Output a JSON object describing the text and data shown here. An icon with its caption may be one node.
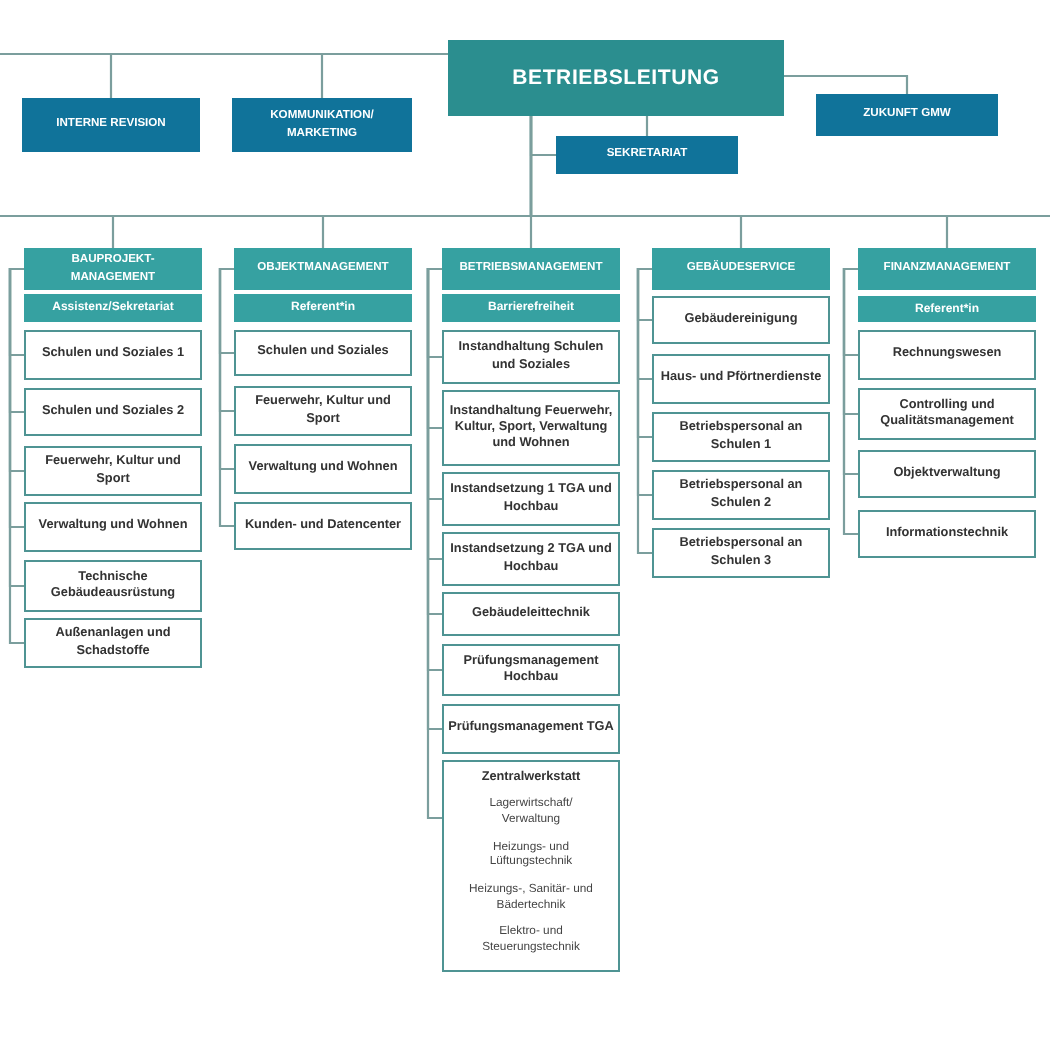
{
  "diagram": {
    "nodes": [
      {
        "text": [
          "BETRIEBSLEITUNG"
        ]
      },
      {
        "text": [
          "INTERNE REVISION"
        ]
      },
      {
        "text": [
          "KOMMUNIKATION/ MARKETING"
        ]
      },
      {
        "text": [
          "ZUKUNFT GMW"
        ]
      },
      {
        "text": [
          "SEKRETARIAT"
        ]
      },
      {
        "text": [
          "BAUPROJEKT- MANAGEMENT"
        ]
      },
      {
        "text": [
          "Assistenz/Sekretariat"
        ]
      },
      {
        "text": [
          "Schulen und Soziales 1"
        ]
      },
      {
        "text": [
          "Schulen und Soziales 2"
        ]
      },
      {
        "text": [
          "Feuerwehr, Kultur und Sport"
        ]
      },
      {
        "text": [
          "Verwaltung und Wohnen"
        ]
      },
      {
        "text": [
          "Technische Gebäudeausrüstung"
        ]
      },
      {
        "text": [
          "Außenanlagen und Schadstoffe"
        ]
      },
      {
        "text": [
          "OBJEKTMANAGEMENT"
        ]
      },
      {
        "text": [
          "Referent*in"
        ]
      },
      {
        "text": [
          "Schulen und Soziales"
        ]
      },
      {
        "text": [
          "Feuerwehr, Kultur und Sport"
        ]
      },
      {
        "text": [
          "Verwaltung und Wohnen"
        ]
      },
      {
        "text": [
          "Kunden- und Datencenter"
        ]
      },
      {
        "text": [
          "BETRIEBSMANAGEMENT"
        ]
      },
      {
        "text": [
          "Barrierefreiheit"
        ]
      },
      {
        "text": [
          "Instandhaltung Schulen und Soziales"
        ]
      },
      {
        "text": [
          "Instandhaltung Feuerwehr, Kultur, Sport, Verwaltung und Wohnen"
        ]
      },
      {
        "text": [
          "Instandsetzung 1 TGA und Hochbau"
        ]
      },
      {
        "text": [
          "Instandsetzung 2 TGA und Hochbau"
        ]
      },
      {
        "text": [
          "Gebäudeleittechnik"
        ]
      },
      {
        "text": [
          "Prüfungsmanagement Hochbau"
        ]
      },
      {
        "text": [
          "Prüfungsmanagement TGA"
        ]
      },
      {
        "text": [
          "Zentralwerkstatt",
          "Lagerwirtschaft/ Verwaltung",
          "Heizungs- und Lüftungstechnik",
          "Heizungs-, Sanitär- und Bädertechnik",
          "Elektro- und Steuerungstechnik"
        ]
      },
      {
        "text": [
          "GEBÄUDESERVICE"
        ]
      },
      {
        "text": [
          "Gebäudereinigung"
        ]
      },
      {
        "text": [
          "Haus- und Pförtnerdienste"
        ]
      },
      {
        "text": [
          "Betriebspersonal an Schulen 1"
        ]
      },
      {
        "text": [
          "Betriebspersonal an Schulen 2"
        ]
      },
      {
        "text": [
          "Betriebspersonal an Schulen 3"
        ]
      },
      {
        "text": [
          "FINANZMANAGEMENT"
        ]
      },
      {
        "text": [
          "Referent*in"
        ]
      },
      {
        "text": [
          "Rechnungswesen"
        ]
      },
      {
        "text": [
          "Controlling und Qualitätsmanagement"
        ]
      },
      {
        "text": [
          "Objektverwaltung"
        ]
      },
      {
        "text": [
          "Informationstechnik"
        ]
      }
    ],
    "edges": [
      {
        "from": 0,
        "to": 1,
        "arrow": "none"
      },
      {
        "from": 0,
        "to": 2,
        "arrow": "none"
      },
      {
        "from": 0,
        "to": null,
        "arrow": "none"
      },
      {
        "from": 0,
        "to": 3,
        "arrow": "none"
      },
      {
        "from": 0,
        "to": 4,
        "arrow": "none"
      },
      {
        "from": 0,
        "to": 4,
        "arrow": "none"
      },
      {
        "from": 0,
        "to": 5,
        "arrow": "none"
      },
      {
        "from": 0,
        "to": 13,
        "arrow": "none"
      },
      {
        "from": 0,
        "to": 19,
        "arrow": "none"
      },
      {
        "from": 0,
        "to": 29,
        "arrow": "none"
      },
      {
        "from": 0,
        "to": 35,
        "arrow": "none"
      },
      {
        "from": 0,
        "to": null,
        "arrow": "none"
      },
      {
        "from": 0,
        "to": null,
        "arrow": "none"
      },
      {
        "from": 5,
        "to": 7,
        "arrow": "none"
      },
      {
        "from": 5,
        "to": 8,
        "arrow": "none"
      },
      {
        "from": 5,
        "to": 9,
        "arrow": "none"
      },
      {
        "from": 5,
        "to": 10,
        "arrow": "none"
      },
      {
        "from": 5,
        "to": 11,
        "arrow": "none"
      },
      {
        "from": 5,
        "to": 12,
        "arrow": "none"
      },
      {
        "from": 13,
        "to": 15,
        "arrow": "none"
      },
      {
        "from": 13,
        "to": 16,
        "arrow": "none"
      },
      {
        "from": 13,
        "to": 17,
        "arrow": "none"
      },
      {
        "from": 13,
        "to": 18,
        "arrow": "none"
      },
      {
        "from": 19,
        "to": 21,
        "arrow": "none"
      },
      {
        "from": 19,
        "to": 22,
        "arrow": "none"
      },
      {
        "from": 19,
        "to": 23,
        "arrow": "none"
      },
      {
        "from": 19,
        "to": 24,
        "arrow": "none"
      },
      {
        "from": 19,
        "to": 25,
        "arrow": "none"
      },
      {
        "from": 19,
        "to": 26,
        "arrow": "none"
      },
      {
        "from": 19,
        "to": 27,
        "arrow": "none"
      },
      {
        "from": 19,
        "to": 28,
        "arrow": "none"
      },
      {
        "from": 29,
        "to": 30,
        "arrow": "none"
      },
      {
        "from": 29,
        "to": 31,
        "arrow": "none"
      },
      {
        "from": 29,
        "to": 32,
        "arrow": "none"
      },
      {
        "from": 29,
        "to": 33,
        "arrow": "none"
      },
      {
        "from": 29,
        "to": 34,
        "arrow": "none"
      },
      {
        "from": 35,
        "to": 37,
        "arrow": "none"
      },
      {
        "from": 35,
        "to": 38,
        "arrow": "none"
      },
      {
        "from": 35,
        "to": 39,
        "arrow": "none"
      },
      {
        "from": 35,
        "to": 40,
        "arrow": "none"
      }
    ]
  }
}
